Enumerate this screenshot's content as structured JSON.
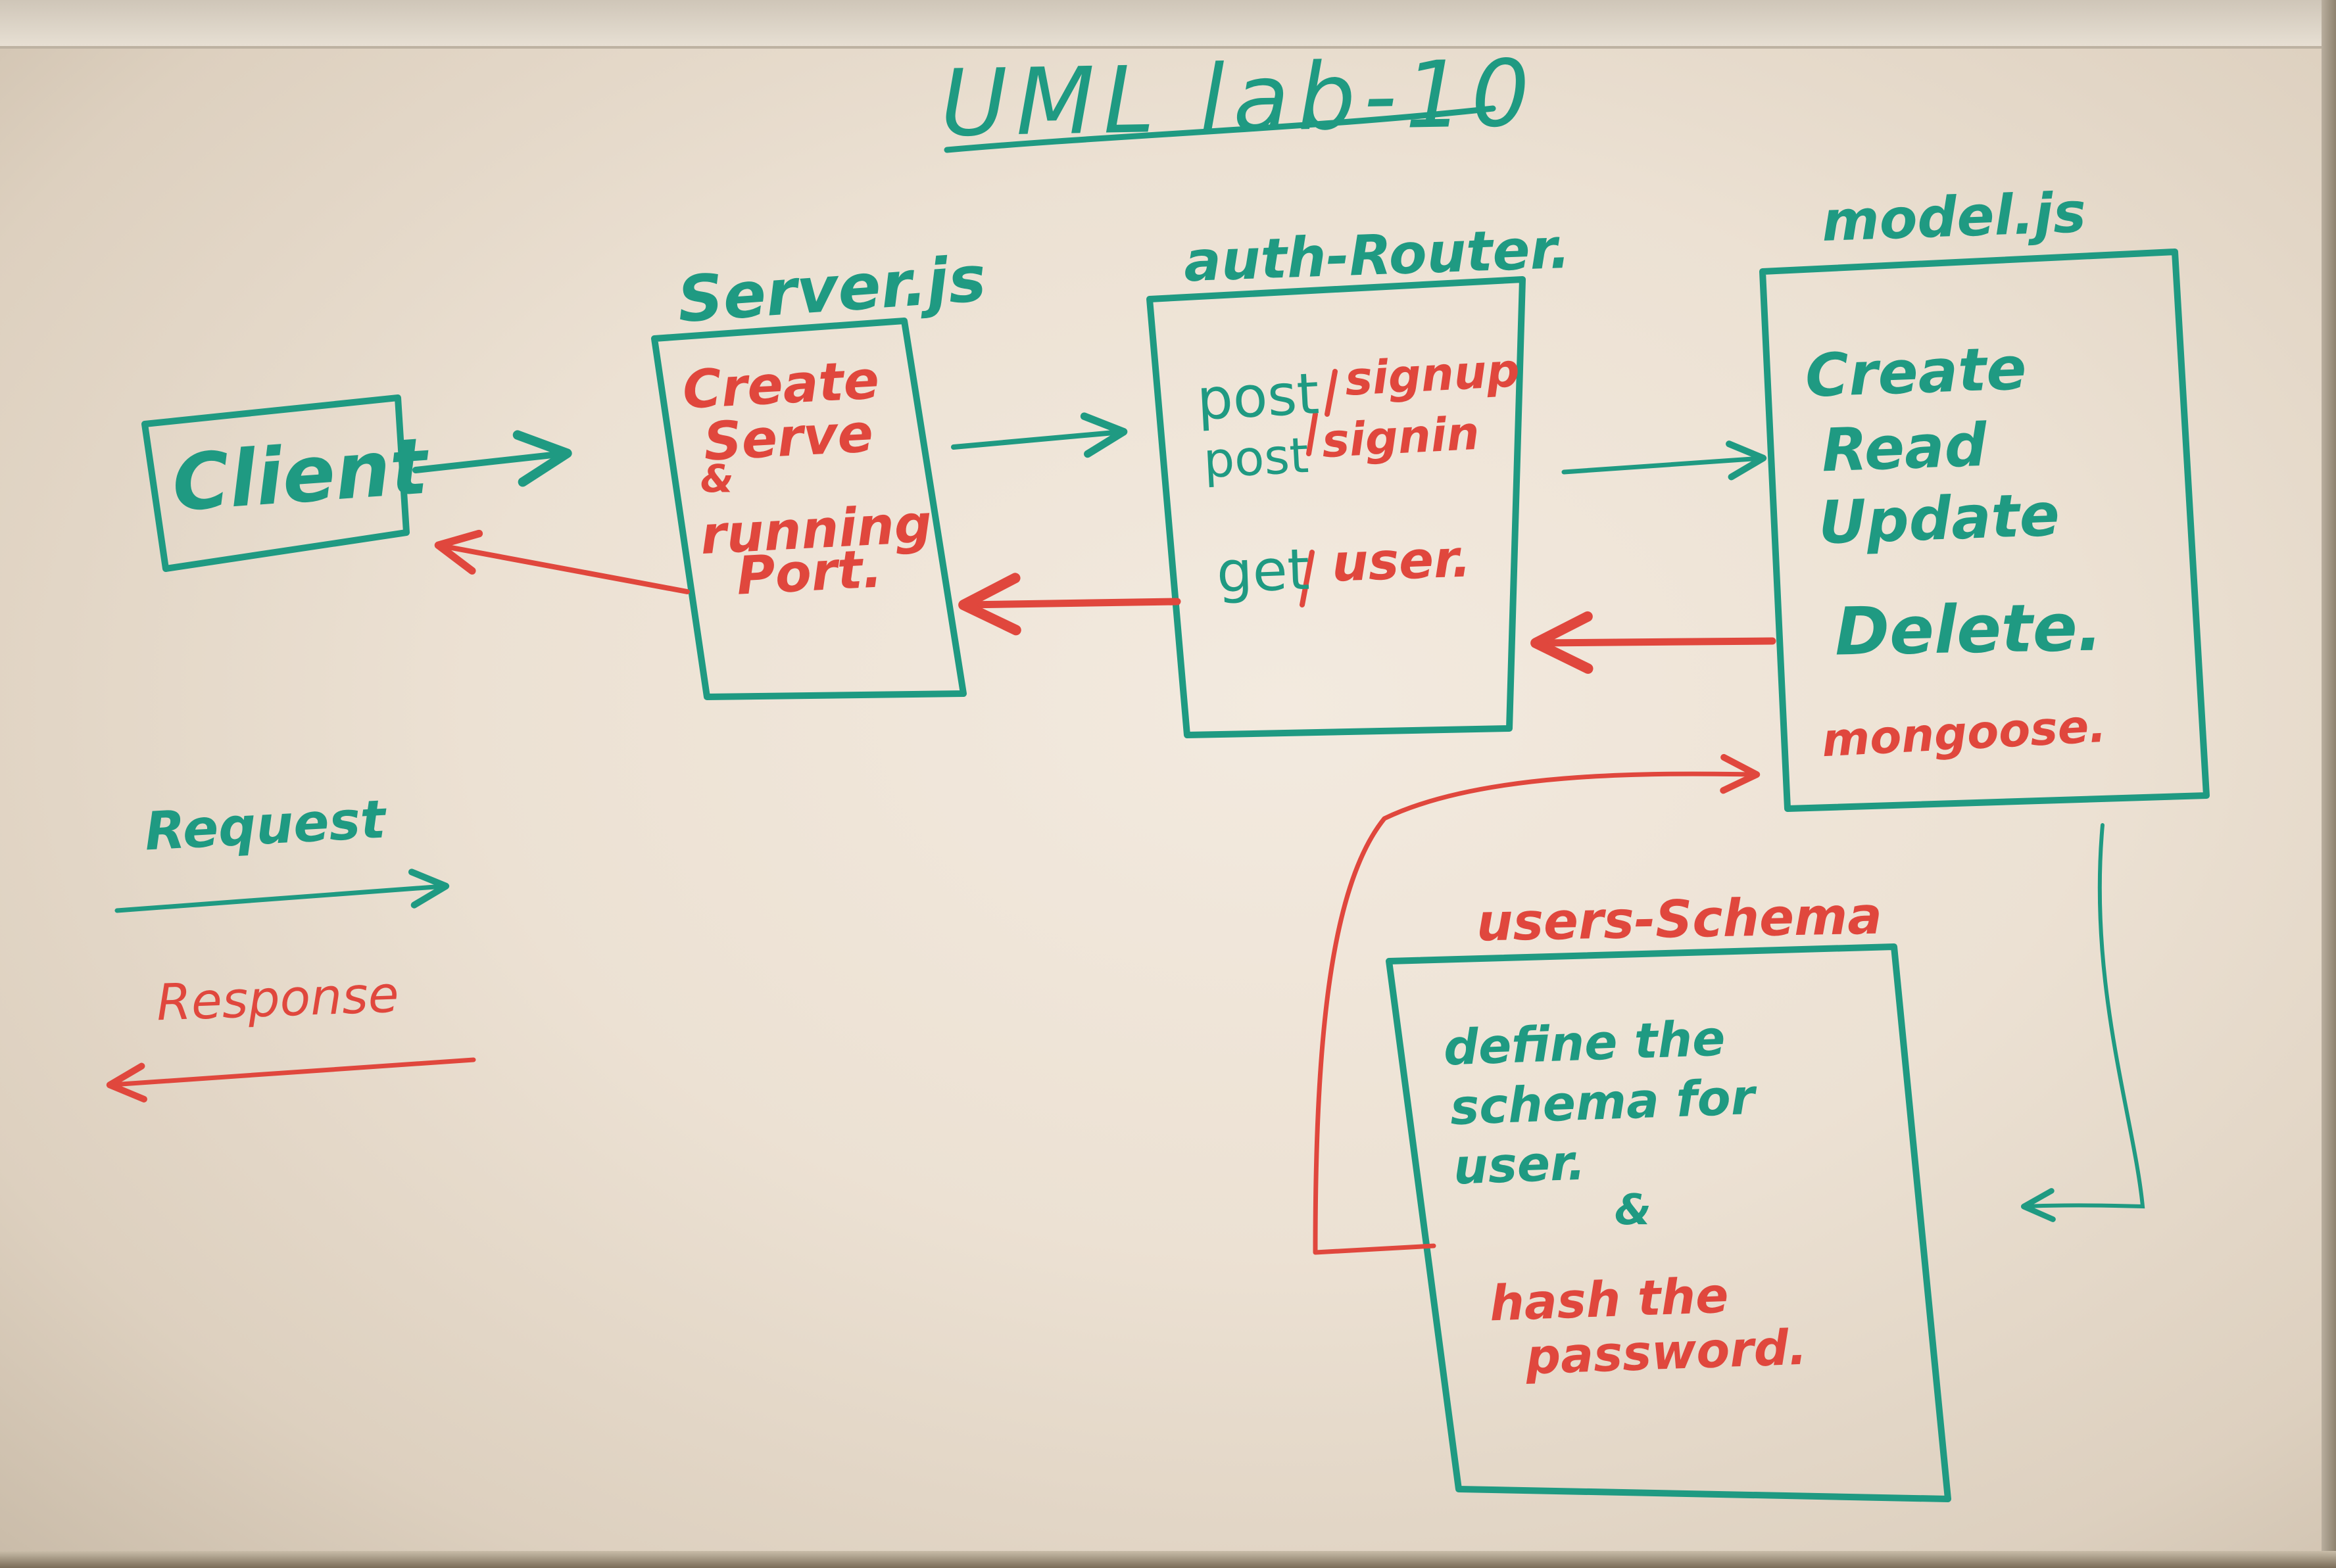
{
  "title": "UML lab-10",
  "boxes": {
    "client": {
      "label": "Client"
    },
    "server": {
      "header": "Server.js",
      "lines": [
        "Create",
        "Serve",
        "&",
        "running",
        "Port."
      ]
    },
    "auth_router": {
      "header": "auth-Router.",
      "routes": [
        {
          "method": "post",
          "path": "signup"
        },
        {
          "method": "post",
          "path": "signin"
        },
        {
          "method": "get",
          "path": "user."
        }
      ]
    },
    "model": {
      "header": "model.js",
      "lines": [
        "Create",
        "Read",
        "Update",
        "Delete."
      ],
      "note": "mongoose."
    },
    "users_schema": {
      "header": "users-Schema",
      "lines": [
        "define the",
        "schema for",
        "user."
      ],
      "amp": "&",
      "note_lines": [
        "hash the",
        "password."
      ]
    }
  },
  "legend": {
    "request": "Request",
    "response": "Response"
  },
  "colors": {
    "request": "#1f9a82",
    "response": "#e0473d",
    "board": "#ece1d3"
  }
}
